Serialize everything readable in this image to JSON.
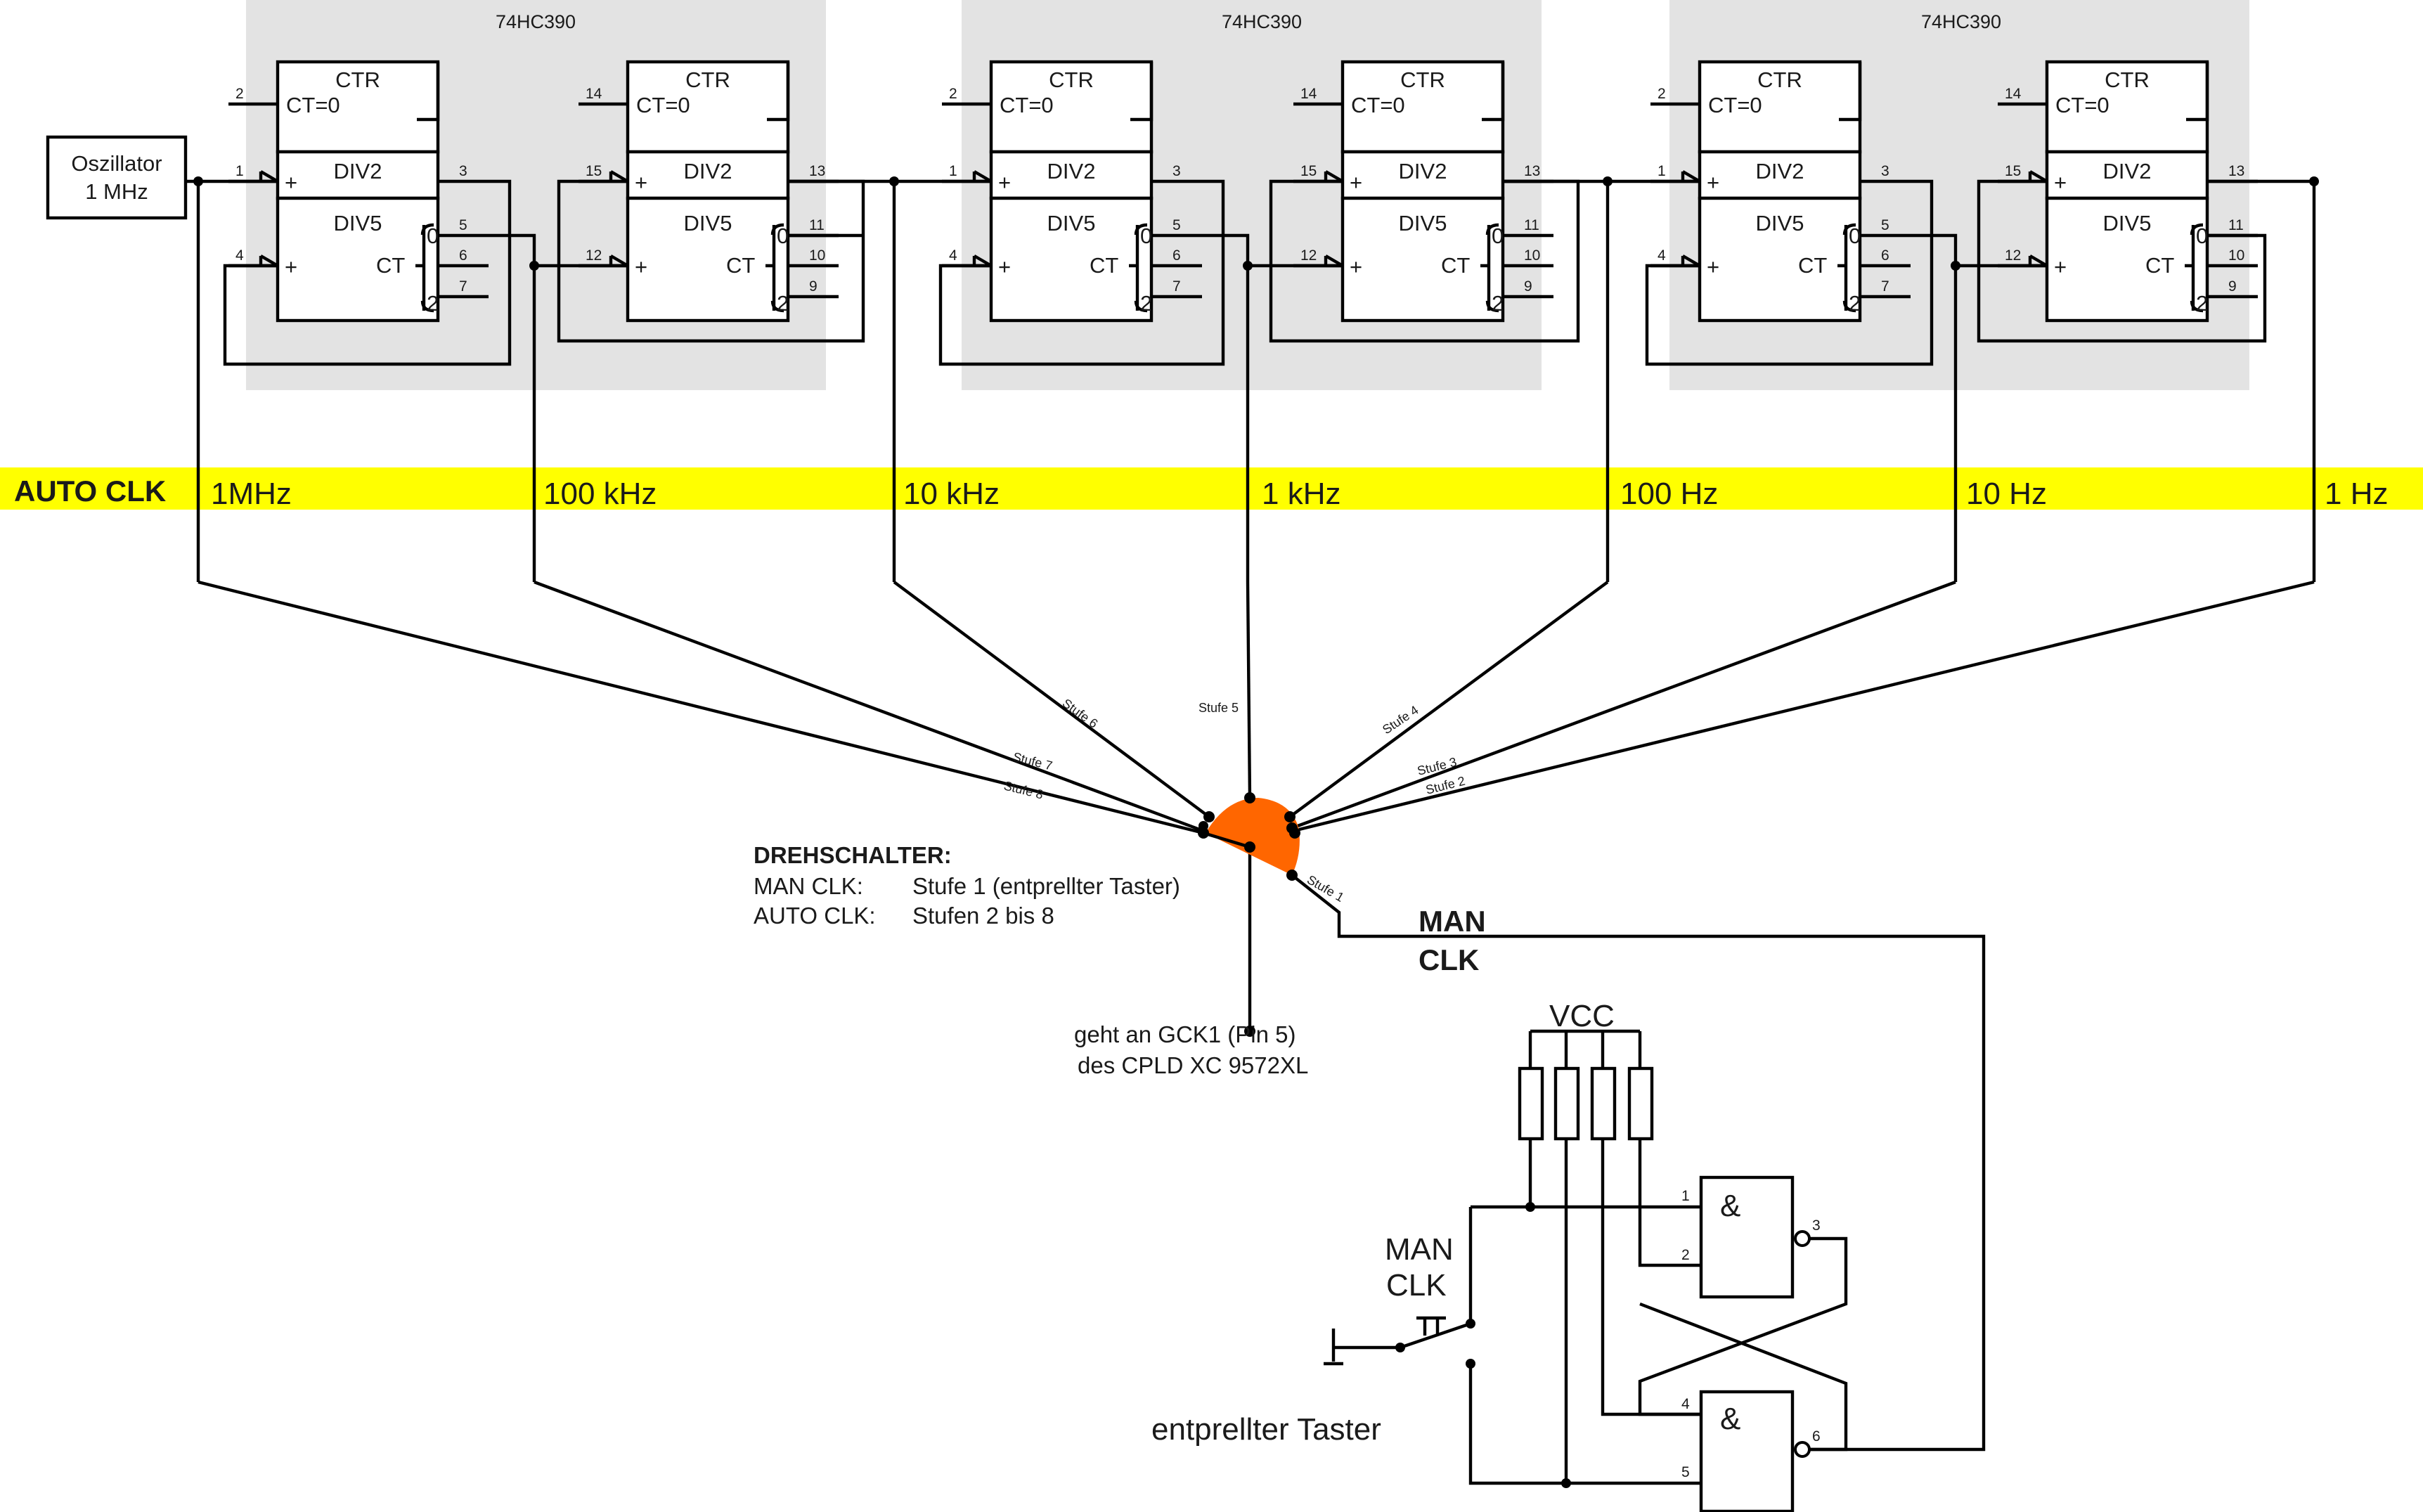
{
  "oscillator": {
    "line1": "Oszillator",
    "line2": "1 MHz"
  },
  "chip_name": "74HC390",
  "chips": [
    {
      "label": "74HC390"
    },
    {
      "label": "74HC390"
    },
    {
      "label": "74HC390"
    }
  ],
  "counter": {
    "ctr": "CTR",
    "ctr_zero": "CT=0",
    "div2": "DIV2",
    "div5": "DIV5",
    "ct": "CT",
    "plus": "+",
    "q0": "0",
    "q2": "2"
  },
  "pins_a": {
    "clr": "2",
    "clk2": "1",
    "clk5": "4",
    "q2": "3",
    "q5_0": "5",
    "q5_1": "6",
    "q5_2": "7"
  },
  "pins_b": {
    "clr": "14",
    "clk2": "15",
    "clk5": "12",
    "q2": "13",
    "q5_0": "11",
    "q5_1": "10",
    "q5_2": "9"
  },
  "autoclk": {
    "label": "AUTO CLK",
    "color": "#ffff00",
    "freqs": [
      "1MHz",
      "100 kHz",
      "10 kHz",
      "1 kHz",
      "100  Hz",
      "10 Hz",
      "1  Hz"
    ]
  },
  "stufen": [
    "Stufe 8",
    "Stufe 7",
    "Stufe 6",
    "Stufe 5",
    "Stufe 4",
    "Stufe 3",
    "Stufe 2",
    "Stufe 1"
  ],
  "switch": {
    "color": "#ff6600"
  },
  "drehschalter": {
    "title": "DREHSCHALTER:",
    "row1_key": "MAN CLK:",
    "row1_val": "Stufe 1 (entprellter Taster)",
    "row2_key": "AUTO CLK:",
    "row2_val": "Stufen 2 bis 8"
  },
  "output_note": {
    "line1": "geht an GCK1  (Pin 5)",
    "line2": "des CPLD XC 9572XL"
  },
  "man_clk_bus": {
    "line1": "MAN",
    "line2": "CLK"
  },
  "vcc": "VCC",
  "button": {
    "line1": "MAN",
    "line2": "CLK",
    "caption": "entprellter Taster"
  },
  "nand": {
    "symbol": "&",
    "gate1_pins": [
      "1",
      "2",
      "3"
    ],
    "gate2_pins": [
      "4",
      "5",
      "6"
    ]
  }
}
